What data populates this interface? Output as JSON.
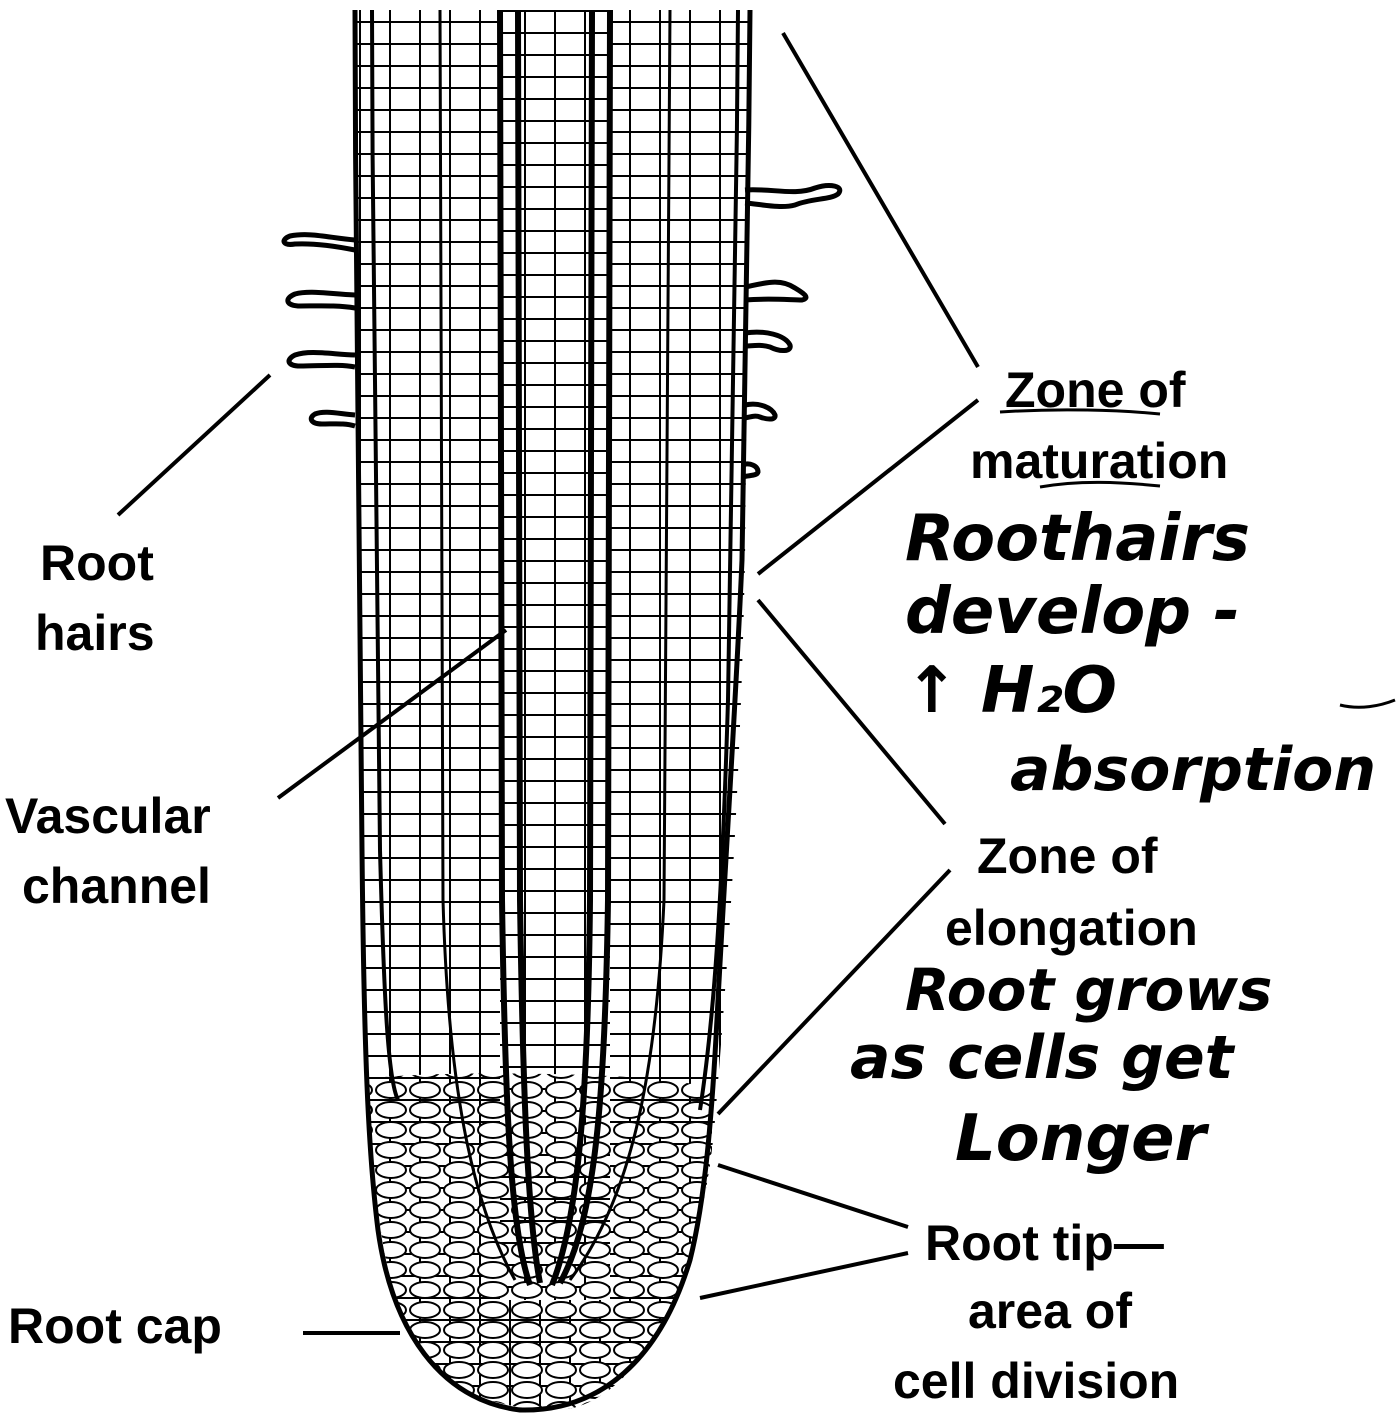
{
  "labels": {
    "root_hairs": [
      "Root",
      "hairs"
    ],
    "vascular_channel": [
      "Vascular",
      "channel"
    ],
    "root_cap": "Root cap",
    "zone_maturation": [
      "Zone of",
      "maturation"
    ],
    "zone_elongation": [
      "Zone of",
      "elongation"
    ],
    "root_tip": [
      "Root tip—",
      "area of",
      "cell division"
    ]
  },
  "handwritten_notes": {
    "maturation": [
      "Roothairs",
      "develop -",
      "↑ H₂O",
      "absorption"
    ],
    "elongation": [
      "Root grows",
      "as cells get",
      "Longer"
    ]
  },
  "colors": {
    "ink": "#000000",
    "background": "#ffffff"
  }
}
